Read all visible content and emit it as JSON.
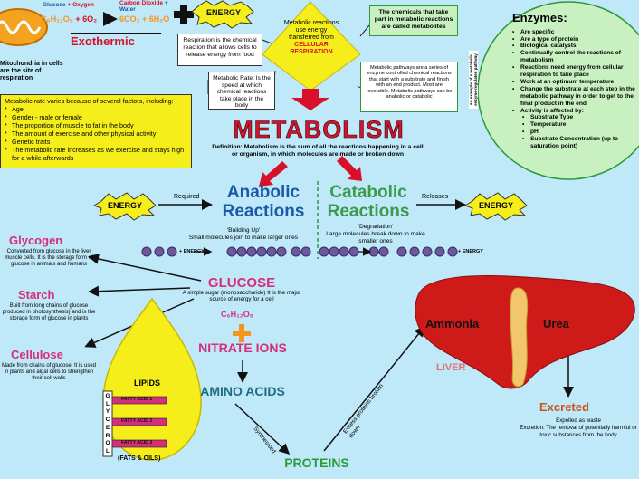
{
  "title": "METABOLISM",
  "definition": "Definition: Metabolism is the sum of all the reactions happening in a cell or organism, in which molecules are made or broken down",
  "equation": {
    "reactants": [
      "Glucose",
      "Oxygen"
    ],
    "products": [
      "Carbon Dioxide",
      "Water"
    ],
    "formula_glucose": "C₆H₁₂O₆",
    "formula_oxygen": "+ 6O₂",
    "formula_products": "6CO₂ + 6H₂O",
    "label": "Exothermic",
    "energy": "ENERGY"
  },
  "mitochondria_note": "Mitochondria in cells are the site of respiration",
  "notes": {
    "respiration": "Respiration is the chemical reaction that allows cells to release energy from food",
    "metabolic_reactions": "Metabolic reactions use energy transferred from",
    "cellular_respiration": "CELLULAR RESPIRATION",
    "metabolites": "The chemicals that take part in metabolic reactions are called metabolites",
    "metabolic_rate_def": "Metabolic Rate: Is the speed at which chemical reactions take place in the body",
    "pathways": "Metabolic pathways are a series of enzyme controlled chemical reactions that start with a substrate and finish with an end product. Most are reversible. Metabolic pathways can be anabolic or catabolic",
    "enzyme_side": "An example of a metabolic enzyme-regulated pathway"
  },
  "metabolic_rate_box": {
    "heading": "Metabolic rate varies because of several factors, including:",
    "items": [
      "Age",
      "Gender - male or female",
      "The proportion of muscle to fat in the body",
      "The amount of exercise and other physical activity",
      "Genetic traits",
      "The metabolic rate increases as we exercise and stays high for a while afterwards"
    ]
  },
  "enzymes": {
    "title": "Enzymes:",
    "items": [
      "Are specific",
      "Are a type of protein",
      "Biological catalysts",
      "Continually control the reactions of metabolism",
      "Reactions need energy from cellular respiration to take place",
      "Work at an optimum temperature",
      "Change the substrate at each step in the metabolic pathway in order to get to the final product in the end",
      "Activity is affected by:"
    ],
    "sub_items": [
      "Substrate Type",
      "Temperature",
      "pH",
      "Substrate Concentration (up to saturation point)"
    ]
  },
  "anabolic": {
    "title_1": "Anabolic",
    "title_2": "Reactions",
    "arrow_label": "Required",
    "subtitle": "'Building Up'",
    "desc": "Small molecules join to make larger ones",
    "plus_energy": "+ ENERGY"
  },
  "catabolic": {
    "title_1": "Catabolic",
    "title_2": "Reactions",
    "arrow_label": "Releases",
    "subtitle": "'Degradation'",
    "desc": "Large molecules break down to make smaller ones",
    "plus_energy": "+ ENERGY"
  },
  "glycogen": {
    "title": "Glycogen",
    "desc": "Converted from glucose in the liver muscle cells. It is the storage form of glucose in animals and humans"
  },
  "starch": {
    "title": "Starch",
    "desc": "Built from long chains of glucose produced in photosynthesis) and is the storage form of glucose in plants"
  },
  "cellulose": {
    "title": "Cellulose",
    "desc": "Made from chains of glucose. It is used in plants and algal cells to strengthen their cell walls"
  },
  "glucose": {
    "title": "GLUCOSE",
    "desc": "A simple sugar (monosaccharide) It is the major source of energy for a cell",
    "formula": "C₆H₁₂O₆"
  },
  "nitrate": "NITRATE IONS",
  "amino": "AMINO ACIDS",
  "proteins": "PROTEINS",
  "synthesised": "Synthesised",
  "excess": "Excess proteins broken down",
  "lipids": {
    "title": "LIPIDS",
    "glycerol": [
      "G",
      "L",
      "Y",
      "C",
      "E",
      "R",
      "O",
      "L"
    ],
    "fatty_acids": [
      "FATTY ACID 1",
      "FATTY ACID 2",
      "FATTY ACID 3"
    ],
    "footer": "(FATS & OILS)"
  },
  "liver": {
    "label": "LIVER",
    "ammonia": "Ammonia",
    "urea": "Urea",
    "excreted": "Excreted",
    "excreted_desc_1": "Expelled as waste",
    "excreted_desc_2": "Excretion: The removal of potentially harmful or toxic substances from the body"
  },
  "colors": {
    "background": "#bfe8f8",
    "anabolic": "#1b5aa8",
    "catabolic": "#3a9b4a",
    "red": "#d9102a",
    "pink": "#d62e7b",
    "teal": "#1f6d84",
    "liver": "#cf1a1a",
    "yellow": "#f5ee1a",
    "orange": "#f7941d"
  }
}
